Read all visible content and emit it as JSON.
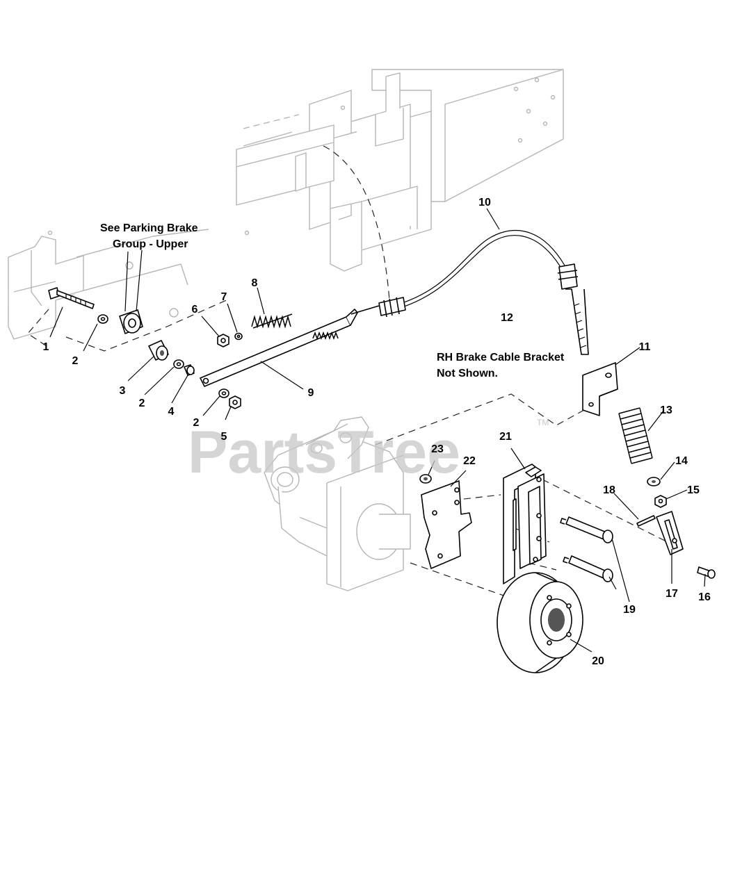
{
  "watermark": {
    "text": "PartsTree",
    "trademark": "TM"
  },
  "notes": {
    "parking_brake_line1": "See Parking Brake",
    "parking_brake_line2": "Group - Upper",
    "rh_bracket_line1": "RH Brake Cable Bracket",
    "rh_bracket_line2": "Not Shown."
  },
  "callouts": {
    "c1": "1",
    "c2a": "2",
    "c3": "3",
    "c2b": "2",
    "c4": "4",
    "c2c": "2",
    "c5": "5",
    "c6": "6",
    "c7": "7",
    "c8": "8",
    "c9": "9",
    "c10": "10",
    "c11": "11",
    "c12": "12",
    "c13": "13",
    "c14": "14",
    "c15": "15",
    "c16": "16",
    "c17": "17",
    "c18": "18",
    "c19": "19",
    "c20": "20",
    "c21": "21",
    "c22": "22",
    "c23": "23"
  }
}
